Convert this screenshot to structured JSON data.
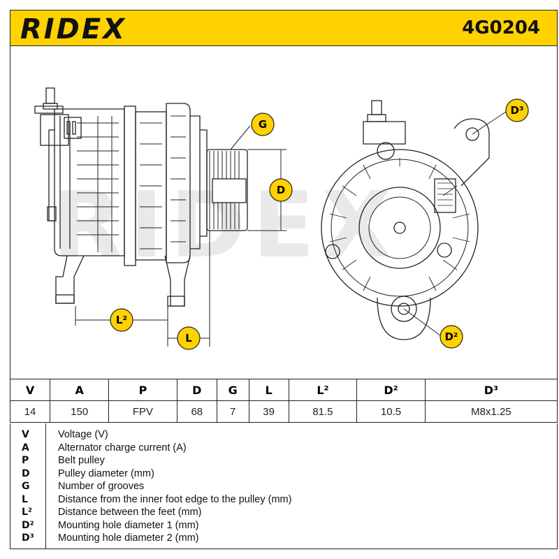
{
  "header": {
    "brand": "RIDEX",
    "part_number": "4G0204"
  },
  "watermark": "RIDEX",
  "callouts": {
    "g": "G",
    "d": "D",
    "d3": "D³",
    "d2": "D²",
    "l2": "L²",
    "l": "L"
  },
  "specs": {
    "headers": [
      "V",
      "A",
      "P",
      "D",
      "G",
      "L",
      "L²",
      "D²",
      "D³"
    ],
    "values": [
      "14",
      "150",
      "FPV",
      "68",
      "7",
      "39",
      "81.5",
      "10.5",
      "M8x1.25"
    ]
  },
  "legend": [
    {
      "symbol": "V",
      "description": "Voltage (V)"
    },
    {
      "symbol": "A",
      "description": "Alternator charge current (A)"
    },
    {
      "symbol": "P",
      "description": "Belt pulley"
    },
    {
      "symbol": "D",
      "description": "Pulley diameter (mm)"
    },
    {
      "symbol": "G",
      "description": "Number of grooves"
    },
    {
      "symbol": "L",
      "description": "Distance from the inner foot edge to the pulley (mm)"
    },
    {
      "symbol": "L²",
      "description": "Distance between the feet (mm)"
    },
    {
      "symbol": "D²",
      "description": "Mounting hole diameter 1 (mm)"
    },
    {
      "symbol": "D³",
      "description": "Mounting hole diameter 2 (mm)"
    }
  ],
  "colors": {
    "brand_yellow": "#ffd200",
    "line": "#222222"
  }
}
